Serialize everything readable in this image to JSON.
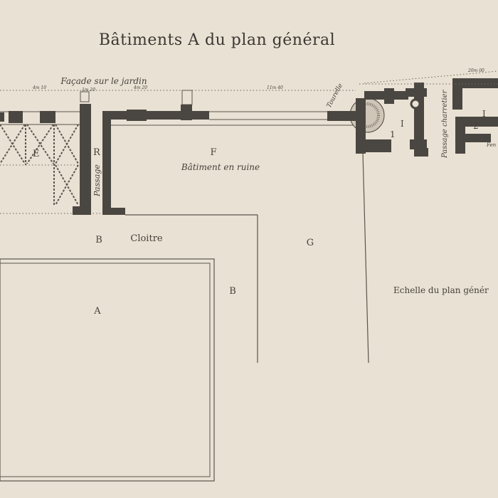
{
  "title": "Bâtiments A du plan général",
  "labels": {
    "facade": "Façade sur le jardin",
    "letter_e": "E",
    "letter_r": "R",
    "passage_left": "Passage",
    "letter_f": "F",
    "batiment_ruine": "Bâtiment en ruine",
    "tourelle": "Tourelle",
    "passage_charretier": "Passage charretier",
    "letter_b_top": "B",
    "cloitre": "Cloitre",
    "letter_g": "G",
    "letter_b_right": "B",
    "letter_a": "A",
    "echelle": "Echelle du plan génér",
    "room_1a": "1",
    "room_1b": "I",
    "room_1c": "I",
    "room_2": "2",
    "feu": "Fen"
  },
  "dimensions": {
    "d1": "4m 10",
    "d2": "1m 20",
    "d3": "4m 20",
    "d4": "11m 40",
    "d5": "20m 00"
  },
  "colors": {
    "paper": "#e9e1d3",
    "ink": "#4a4641"
  }
}
